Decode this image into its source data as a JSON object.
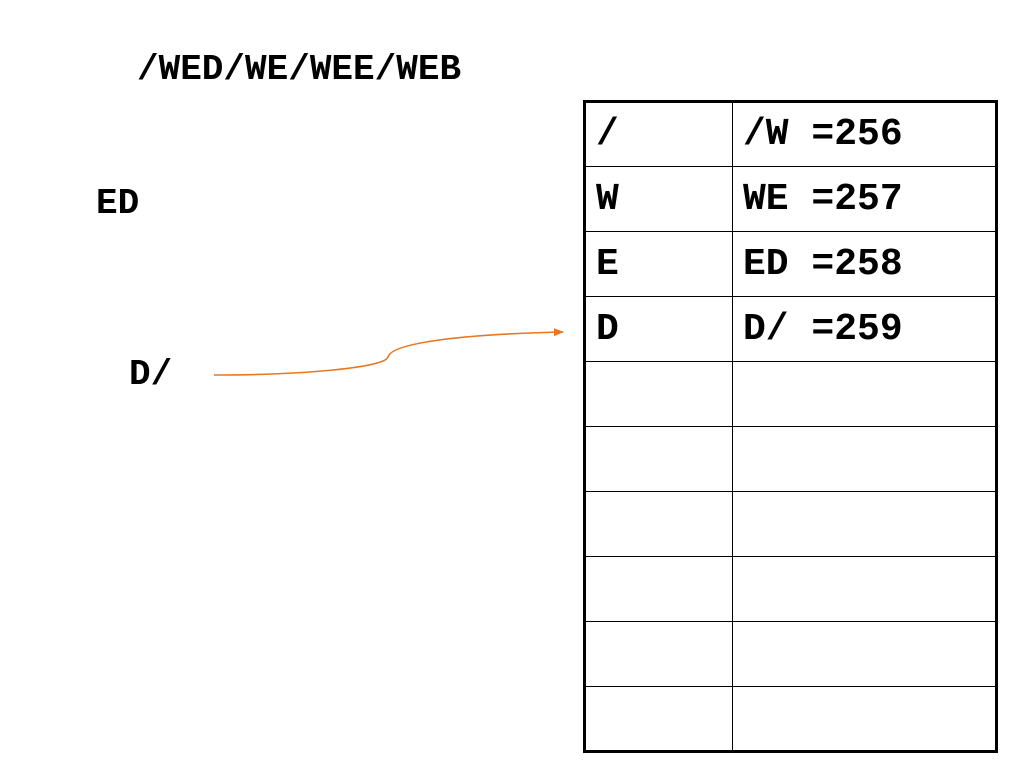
{
  "input_string": "/WED/WE/WEE/WEB",
  "current_prefix": "ED",
  "current_pair": "D/",
  "arrow_color": "#e87722",
  "dictionary": [
    {
      "symbol": "/",
      "entry": "/W =256"
    },
    {
      "symbol": "W",
      "entry": "WE =257"
    },
    {
      "symbol": "E",
      "entry": "ED =258"
    },
    {
      "symbol": "D",
      "entry": "D/ =259"
    },
    {
      "symbol": "",
      "entry": ""
    },
    {
      "symbol": "",
      "entry": ""
    },
    {
      "symbol": "",
      "entry": ""
    },
    {
      "symbol": "",
      "entry": ""
    },
    {
      "symbol": "",
      "entry": ""
    },
    {
      "symbol": "",
      "entry": ""
    }
  ]
}
